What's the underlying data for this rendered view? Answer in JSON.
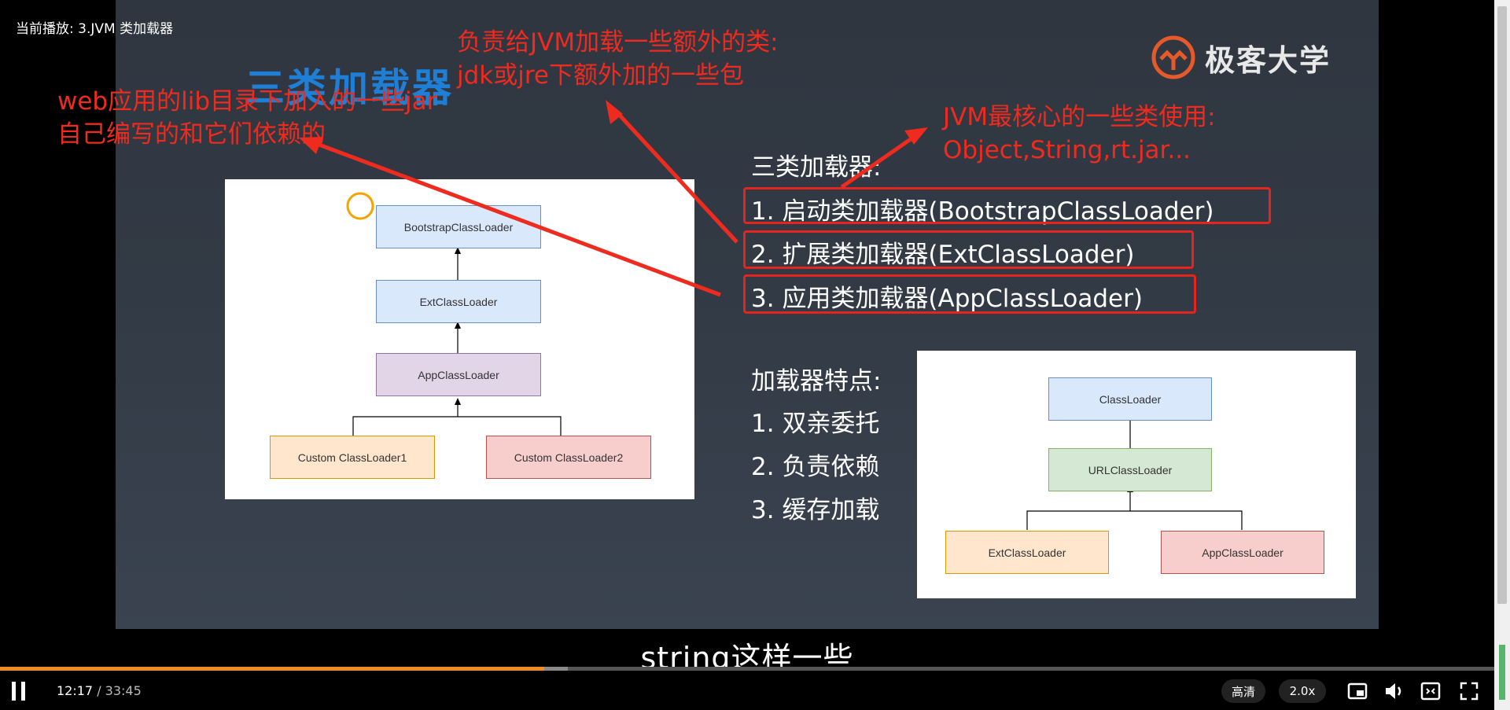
{
  "player": {
    "video_title": "当前播放: 3.JVM 类加载器",
    "subtitle": "string这样一些",
    "time_current": "12:17",
    "time_separator": " / ",
    "time_total": "33:45",
    "progress_fraction": 0.364,
    "quality_label": "高清",
    "speed_label": "2.0x",
    "icons": [
      "pause-icon",
      "pip-icon",
      "volume-icon",
      "webfullscreen-icon",
      "fullscreen-icon"
    ]
  },
  "slide": {
    "title": "三类加载器",
    "logo_text": "极客大学",
    "section_heading": "三类加载器:",
    "loaders": [
      {
        "num": "1.",
        "text": "启动类加载器(BootstrapClassLoader)"
      },
      {
        "num": "2.",
        "text": "扩展类加载器(ExtClassLoader)"
      },
      {
        "num": "3.",
        "text": "应用类加载器(AppClassLoader)"
      }
    ],
    "features_heading": "加载器特点:",
    "features": [
      {
        "num": "1.",
        "text": "双亲委托"
      },
      {
        "num": "2.",
        "text": "负责依赖"
      },
      {
        "num": "3.",
        "text": "缓存加载"
      }
    ],
    "left_diagram": {
      "nodes": [
        "BootstrapClassLoader",
        "ExtClassLoader",
        "AppClassLoader",
        "Custom ClassLoader1",
        "Custom ClassLoader2"
      ]
    },
    "right_diagram": {
      "nodes": [
        "ClassLoader",
        "URLClassLoader",
        "ExtClassLoader",
        "AppClassLoader"
      ]
    }
  },
  "annotations": {
    "top": [
      "负责给JVM加载一些额外的类:",
      "jdk或jre下额外加的一些包"
    ],
    "left": [
      "web应用的lib目录下加入的一些jar",
      "自己编写的和它们依赖的"
    ],
    "right": [
      "JVM最核心的一些类使用:",
      "Object,String,rt.jar..."
    ],
    "color": "#ef2a1e"
  },
  "colors": {
    "progress": "#f08c1e",
    "title_blue": "#1f7fd6",
    "highlight_red": "#e5241d"
  }
}
